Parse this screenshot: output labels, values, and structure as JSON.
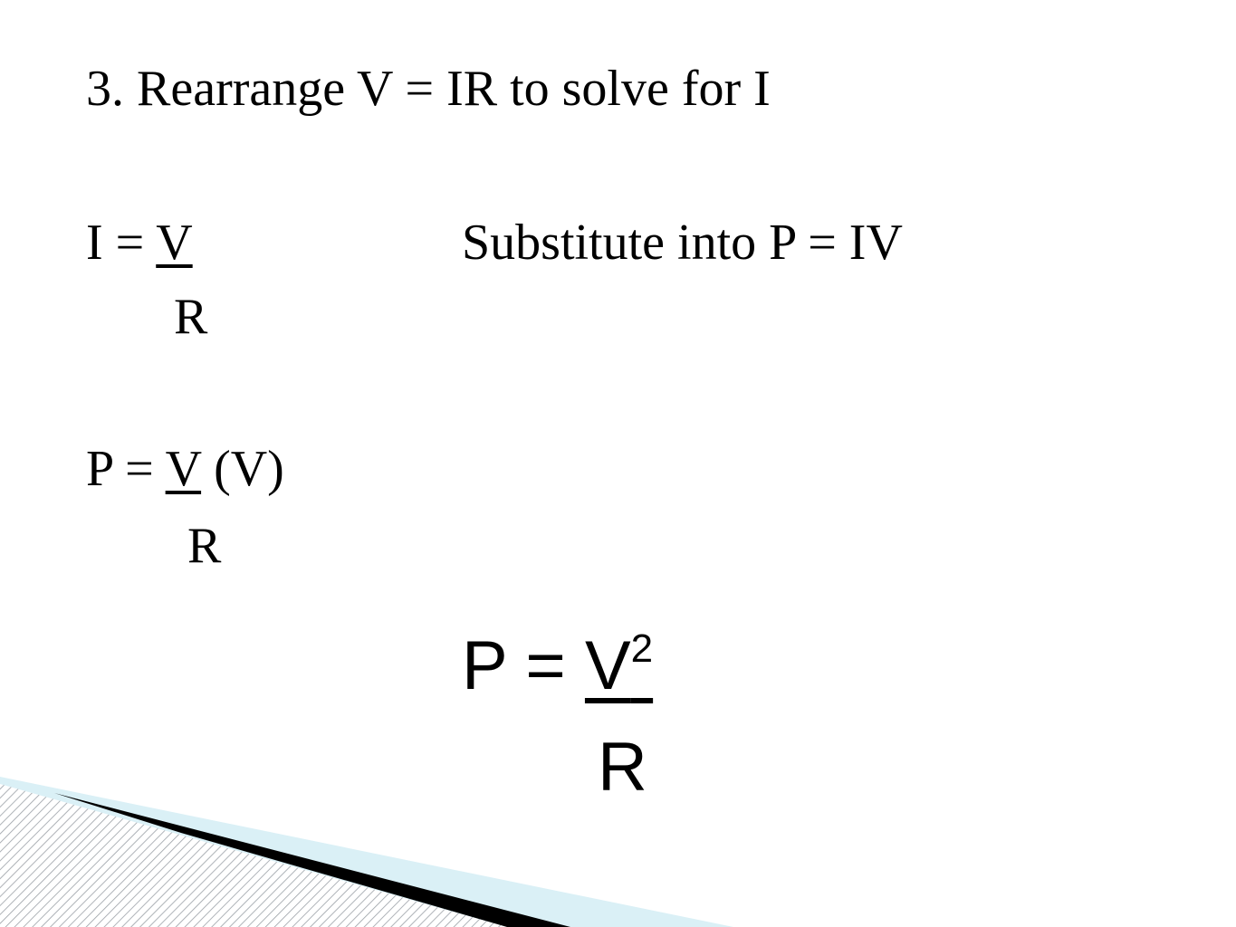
{
  "heading": "3. Rearrange V = IR to solve for I",
  "step1": {
    "lhs": "I = ",
    "numerator": "V",
    "instruction": "Substitute into P = IV",
    "denominator": "R"
  },
  "step2": {
    "lhs": "P = ",
    "numerator": "V",
    "rest": " (V)",
    "denominator": "R"
  },
  "result": {
    "lhs": "P = ",
    "numerator": "V",
    "exponent": "2",
    "denominator": "R"
  },
  "colors": {
    "stripe_light": "#daf0f6",
    "stripe_dark": "#000000",
    "hatch": "#9aa0a6"
  }
}
